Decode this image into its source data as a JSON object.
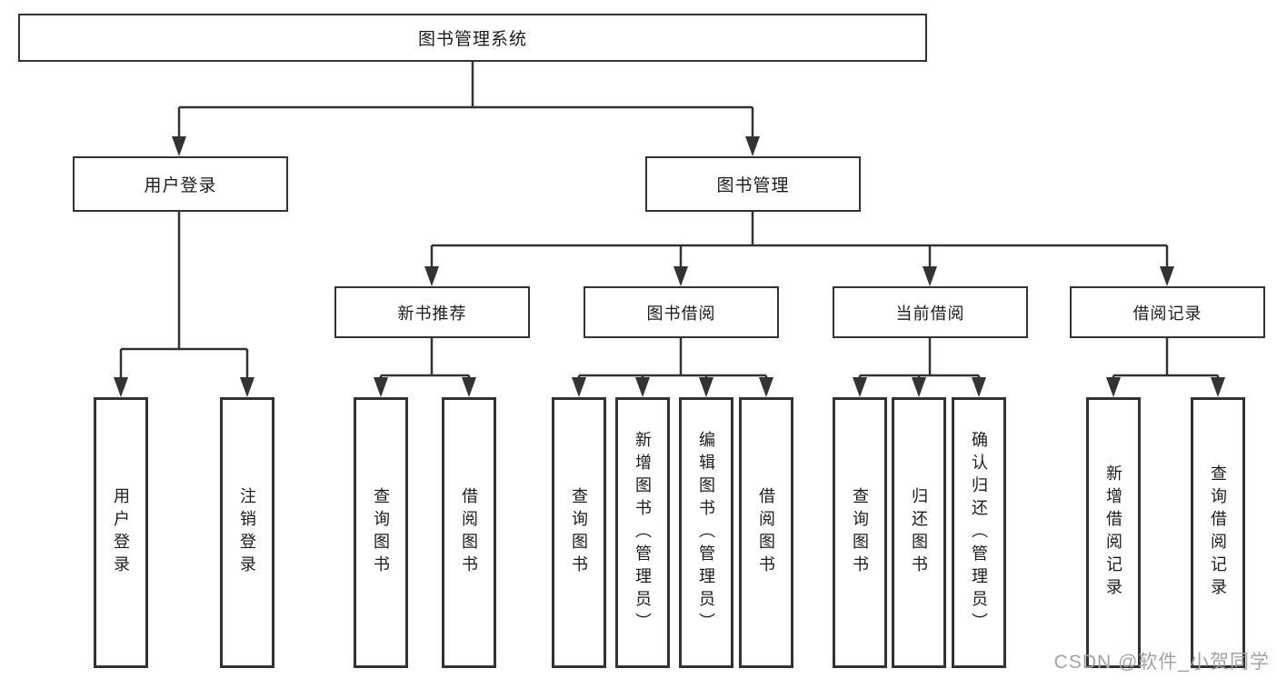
{
  "diagram": {
    "root": {
      "label": "图书管理系统"
    },
    "level1": {
      "user_login": {
        "label": "用户登录"
      },
      "book_management": {
        "label": "图书管理"
      }
    },
    "level2": {
      "new_book_recommend": {
        "label": "新书推荐"
      },
      "book_borrowing": {
        "label": "图书借阅"
      },
      "current_borrowing": {
        "label": "当前借阅"
      },
      "borrowing_records": {
        "label": "借阅记录"
      }
    },
    "leaves": {
      "user_login_action": {
        "label": "用户登录"
      },
      "logout": {
        "label": "注销登录"
      },
      "recommend_query_books": {
        "label": "查询图书"
      },
      "recommend_borrow_books": {
        "label": "借阅图书"
      },
      "borrowing_query_books": {
        "label": "查询图书"
      },
      "borrowing_add_books": {
        "label": "新增图书（管理员）"
      },
      "borrowing_edit_books": {
        "label": "编辑图书（管理员）"
      },
      "borrowing_borrow_books": {
        "label": "借阅图书"
      },
      "current_query_books": {
        "label": "查询图书"
      },
      "current_return_books": {
        "label": "归还图书"
      },
      "current_confirm_return": {
        "label": "确认归还（管理员）"
      },
      "records_add_record": {
        "label": "新增借阅记录"
      },
      "records_query_record": {
        "label": "查询借阅记录"
      }
    }
  },
  "watermark": {
    "text": "CSDN @软件_小贺同学"
  },
  "colors": {
    "line": "#333333",
    "box_border": "#333333",
    "text": "#1c1c1c",
    "watermark": "#a3a3a3",
    "background": "#ffffff"
  }
}
